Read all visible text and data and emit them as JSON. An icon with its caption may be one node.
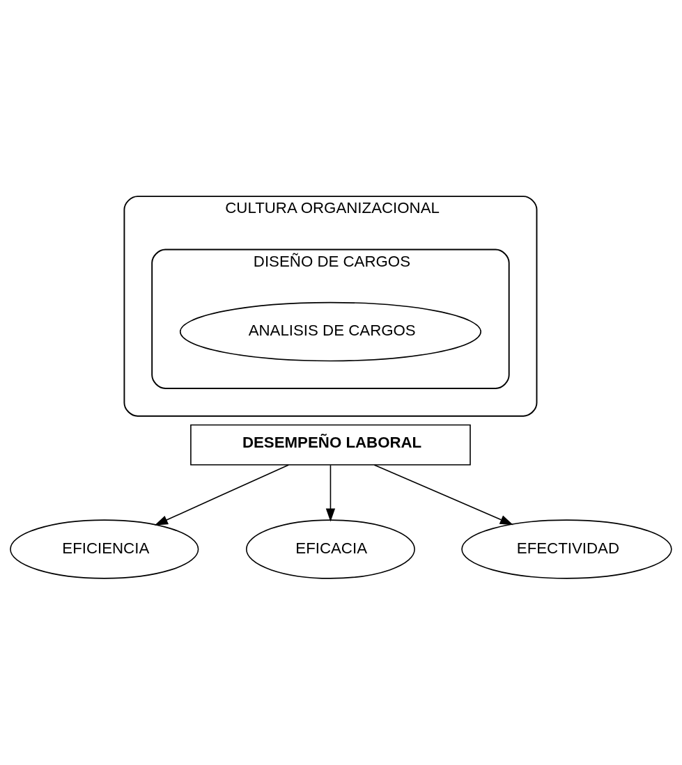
{
  "diagram": {
    "nodes": [
      {
        "text": [
          "CULTURA ORGANIZACIONAL"
        ]
      },
      {
        "text": [
          "DISEÑO DE CARGOS"
        ],
        "in": 0
      },
      {
        "text": [
          "ANALISIS DE CARGOS"
        ],
        "in": 1
      },
      {
        "text": [
          "DESEMPEÑO LABORAL"
        ]
      },
      {
        "text": [
          "EFICIENCIA"
        ]
      },
      {
        "text": [
          "EFICACIA"
        ]
      },
      {
        "text": [
          "EFECTIVIDAD"
        ]
      }
    ],
    "edges": [
      {
        "from": 3,
        "to": 4,
        "arrow": "to"
      },
      {
        "from": 3,
        "to": 5,
        "arrow": "to"
      },
      {
        "from": 3,
        "to": 6,
        "arrow": "to"
      }
    ]
  }
}
